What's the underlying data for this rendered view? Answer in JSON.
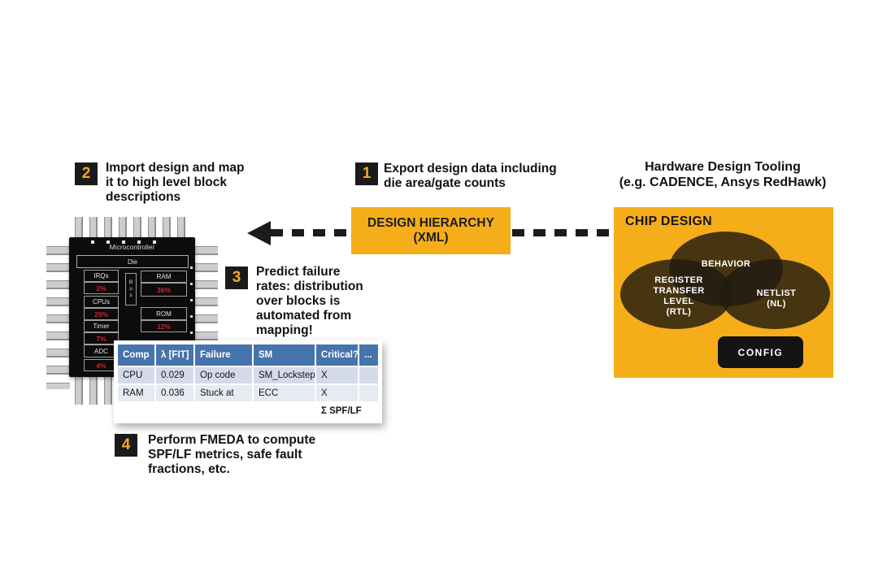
{
  "diagram": {
    "steps": [
      {
        "num": "1",
        "text": "Export design data including\ndie area/gate counts"
      },
      {
        "num": "2",
        "text": "Import design and map\nit to high level block\ndescriptions"
      },
      {
        "num": "3",
        "text": "Predict failure\nrates: distribution\nover blocks is\nautomated from\nmapping!"
      },
      {
        "num": "4",
        "text": "Perform FMEDA to compute\nSPF/LF metrics, safe fault\nfractions, etc."
      }
    ],
    "hardware_tooling": "Hardware Design Tooling\n(e.g. CADENCE, Ansys RedHawk)",
    "design_hierarchy": "DESIGN HIERARCHY\n(XML)",
    "chip_design": {
      "title": "CHIP DESIGN",
      "behavior": "BEHAVIOR",
      "rtl": "REGISTER\nTRANSFER\nLEVEL\n(RTL)",
      "netlist": "NETLIST\n(NL)",
      "config": "CONFIG"
    },
    "microcontroller": {
      "title": "Microcontroller",
      "die": "Die",
      "bus": "B\nu\ns",
      "blocks_left": [
        {
          "label": "IRQs",
          "value": "2%"
        },
        {
          "label": "CPUs",
          "value": "29%"
        },
        {
          "label": "Timer",
          "value": "7%"
        },
        {
          "label": "ADC",
          "value": "4%"
        }
      ],
      "blocks_right": [
        {
          "label": "RAM",
          "value": "36%"
        },
        {
          "label": "ROM",
          "value": "12%"
        }
      ]
    },
    "fmeda_table": {
      "headers": [
        "Comp",
        "λ [FIT]",
        "Failure",
        "SM",
        "Critical?",
        "..."
      ],
      "rows": [
        [
          "CPU",
          "0.029",
          "Op code",
          "SM_Lockstep",
          "X",
          ""
        ],
        [
          "RAM",
          "0.036",
          "Stuck at",
          "ECC",
          "X",
          ""
        ]
      ],
      "footer": "Σ SPF/LF"
    },
    "colors": {
      "accent_orange": "#F5AE1A",
      "table_header_blue": "#4674AC",
      "percent_red": "#D2232A",
      "badge_black": "#1A1A1A"
    }
  }
}
